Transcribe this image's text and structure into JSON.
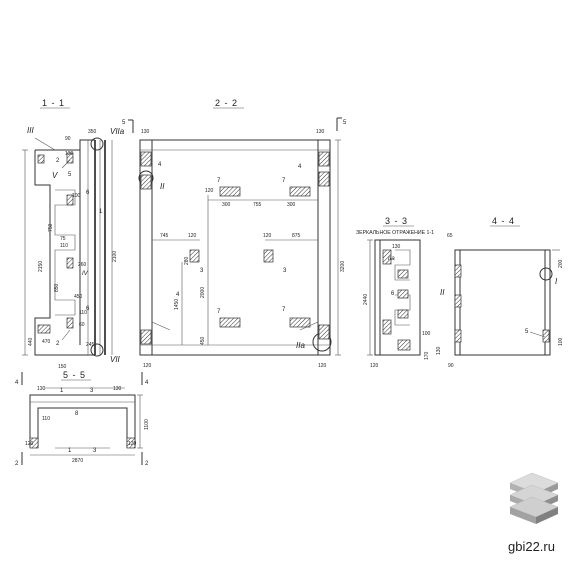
{
  "sections": {
    "s11": "1 - 1",
    "s22": "2 - 2",
    "s33": "3 - 3",
    "s44": "4 - 4",
    "s55": "5 - 5"
  },
  "mirror_note": "ЗЕРКАЛЬНОЕ ОТРАЖЕНИЕ 1-1",
  "cut_marks": {
    "c1": "1",
    "c2": "2",
    "c4": "4",
    "c5": "5"
  },
  "roman": {
    "III": "III",
    "V": "V",
    "VII": "VII",
    "VIIa": "VIIа",
    "II": "II",
    "IIa": "IIа",
    "IIb": "IIа",
    "I": "I",
    "IV": "IV",
    "IIc": "II"
  },
  "marks": {
    "m1": "1",
    "m2": "2",
    "m3": "3",
    "m4": "4",
    "m5": "5",
    "m6": "6",
    "m7": "7",
    "m8": "8"
  },
  "dims": {
    "d350": "350",
    "d90": "90",
    "d130": "130",
    "d100": "100",
    "d75": "75",
    "d110": "110",
    "d260": "260",
    "d750": "750",
    "d2150": "2150",
    "d2100": "2100",
    "d850": "850",
    "d450": "450",
    "d60": "60",
    "d440": "440",
    "d470": "470",
    "d150": "150",
    "d110b": "110",
    "d245": "245",
    "d60b": "60",
    "d120": "120",
    "d745": "745",
    "d300": "300",
    "d755": "755",
    "d875": "875",
    "d3200": "3200",
    "d1450": "1450",
    "d2000": "2000",
    "d280": "280",
    "d2440": "2440",
    "d170": "170",
    "d100b": "100",
    "d2870": "2870",
    "d1100": "1100",
    "d110c": "110",
    "d65": "65",
    "d200": "200",
    "d130b": "130",
    "d100c": "100",
    "d120b": "120"
  },
  "watermark": {
    "text": "gbi22.ru"
  },
  "colors": {
    "ink": "#222222",
    "logo_light": "#d9d9d9",
    "logo_mid": "#a9a9a9",
    "logo_dark": "#7a7a7a"
  }
}
